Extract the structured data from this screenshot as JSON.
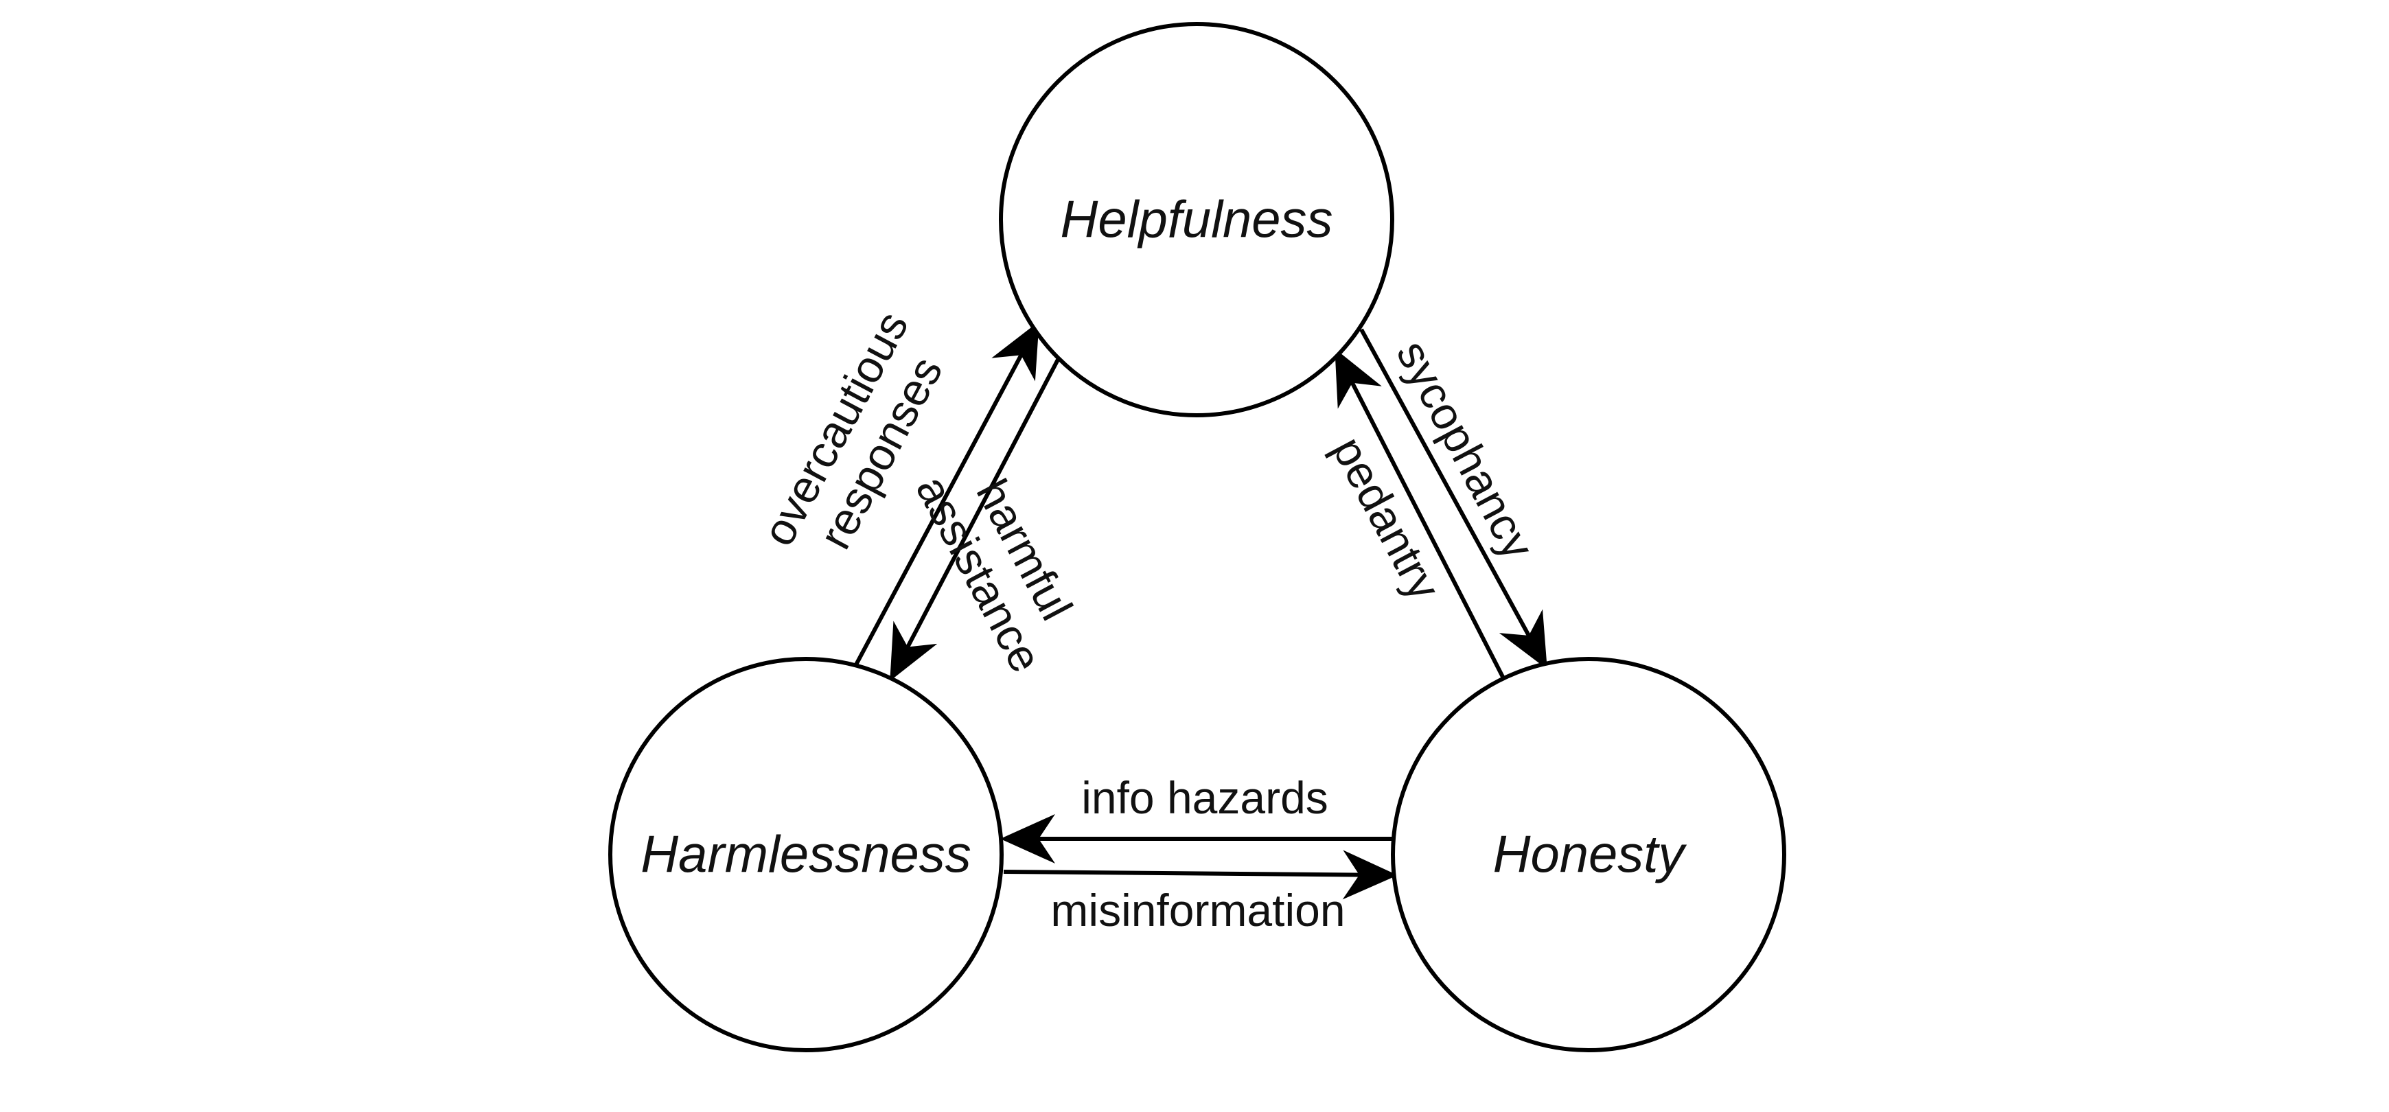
{
  "diagram": {
    "nodes": {
      "helpfulness": "Helpfulness",
      "harmlessness": "Harmlessness",
      "honesty": "Honesty"
    },
    "edges": {
      "overcautious_line1": "overcautious",
      "overcautious_line2": "responses",
      "harmful_line1": "harmful",
      "harmful_line2": "assistance",
      "sycophancy": "sycophancy",
      "pedantry": "pedantry",
      "info_hazards": "info hazards",
      "misinformation": "misinformation"
    },
    "edge_list": [
      {
        "from": "Harmlessness",
        "to": "Helpfulness",
        "label": "overcautious responses"
      },
      {
        "from": "Helpfulness",
        "to": "Harmlessness",
        "label": "harmful assistance"
      },
      {
        "from": "Helpfulness",
        "to": "Honesty",
        "label": "sycophancy"
      },
      {
        "from": "Honesty",
        "to": "Helpfulness",
        "label": "pedantry"
      },
      {
        "from": "Honesty",
        "to": "Harmlessness",
        "label": "info hazards"
      },
      {
        "from": "Harmlessness",
        "to": "Honesty",
        "label": "misinformation"
      }
    ],
    "colors": {
      "stroke": "#000000",
      "background": "#ffffff"
    }
  }
}
